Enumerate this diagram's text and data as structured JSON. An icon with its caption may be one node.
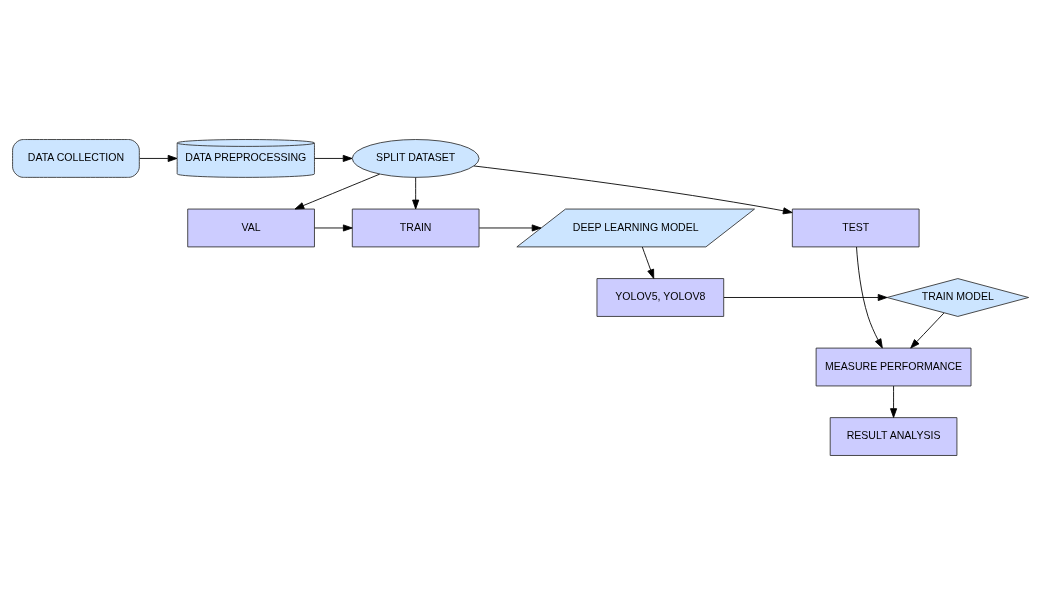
{
  "diagram": {
    "nodes": [
      {
        "text": [
          "DATA COLLECTION"
        ]
      },
      {
        "text": [
          "DATA PREPROCESSING"
        ]
      },
      {
        "text": [
          "SPLIT DATASET"
        ]
      },
      {
        "text": [
          "DEEP LEARNING MODEL"
        ]
      },
      {
        "text": [
          "TRAIN"
        ]
      },
      {
        "text": [
          "VAL"
        ]
      },
      {
        "text": [
          "TEST"
        ]
      },
      {
        "text": [
          "YOLOV5, YOLOV8"
        ]
      },
      {
        "text": [
          "TRAIN MODEL"
        ]
      },
      {
        "text": [
          "MEASURE PERFORMANCE"
        ]
      },
      {
        "text": [
          "RESULT ANALYSIS"
        ]
      }
    ],
    "edges": [
      {
        "from": 0,
        "to": 1,
        "arrow": "to"
      },
      {
        "from": 1,
        "to": 2,
        "arrow": "to"
      },
      {
        "from": 2,
        "to": 4,
        "arrow": "to"
      },
      {
        "from": 2,
        "to": 5,
        "arrow": "to"
      },
      {
        "from": 2,
        "to": 6,
        "arrow": "to"
      },
      {
        "from": 5,
        "to": 4,
        "arrow": "to"
      },
      {
        "from": 4,
        "to": 3,
        "arrow": "to"
      },
      {
        "from": 3,
        "to": 7,
        "arrow": "to"
      },
      {
        "from": 7,
        "to": 8,
        "arrow": "to"
      },
      {
        "from": 8,
        "to": 9,
        "arrow": "to"
      },
      {
        "from": 6,
        "to": 9,
        "arrow": "to"
      },
      {
        "from": 9,
        "to": 10,
        "arrow": "to"
      }
    ]
  }
}
